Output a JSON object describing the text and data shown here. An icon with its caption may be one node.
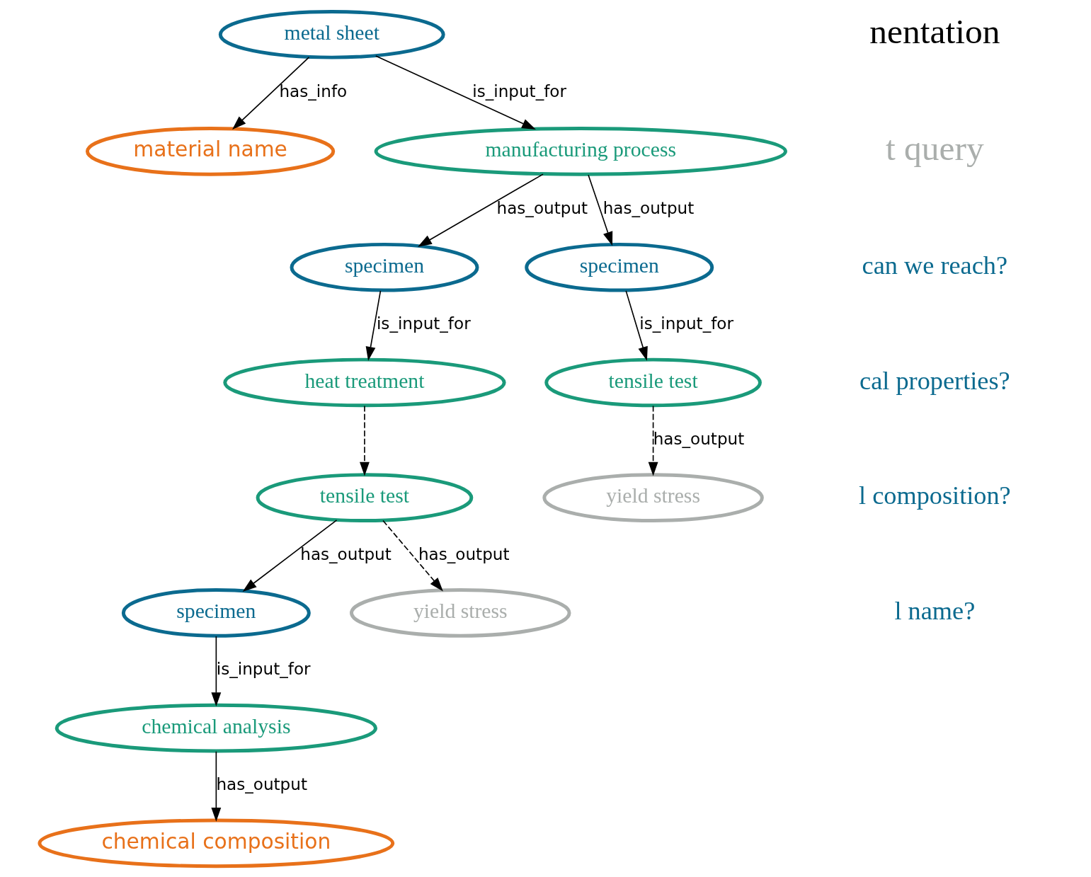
{
  "diagram": {
    "nodes": [
      {
        "text": [
          "metal sheet"
        ]
      },
      {
        "text": [
          "material name"
        ]
      },
      {
        "text": [
          "manufacturing process"
        ]
      },
      {
        "text": [
          "specimen"
        ]
      },
      {
        "text": [
          "specimen"
        ]
      },
      {
        "text": [
          "heat treatment"
        ]
      },
      {
        "text": [
          "tensile test"
        ]
      },
      {
        "text": [
          "tensile test"
        ]
      },
      {
        "text": [
          "specimen"
        ]
      },
      {
        "text": [
          "yield stress"
        ]
      },
      {
        "text": [
          "yield stress"
        ]
      },
      {
        "text": [
          "chemical analysis"
        ]
      },
      {
        "text": [
          "chemical composition"
        ]
      }
    ],
    "edges": [
      {
        "from": 0,
        "to": 1,
        "arrow": "to",
        "label": "has_info"
      },
      {
        "from": 0,
        "to": 2,
        "arrow": "to",
        "label": "is_input_for"
      },
      {
        "from": 2,
        "to": 3,
        "arrow": "to",
        "label": "has_output"
      },
      {
        "from": 2,
        "to": 4,
        "arrow": "to",
        "label": "has_output"
      },
      {
        "from": 3,
        "to": 5,
        "arrow": "to",
        "label": "is_input_for"
      },
      {
        "from": 4,
        "to": 7,
        "arrow": "to",
        "label": "is_input_for"
      },
      {
        "from": 5,
        "to": 6,
        "arrow": "to",
        "style": "dashed"
      },
      {
        "from": 6,
        "to": 8,
        "arrow": "to",
        "label": "has_output"
      },
      {
        "from": 6,
        "to": 9,
        "arrow": "to",
        "label": "has_output",
        "style": "dashed"
      },
      {
        "from": 7,
        "to": 10,
        "arrow": "to",
        "label": "has_output",
        "style": "dashed"
      },
      {
        "from": 8,
        "to": 11,
        "arrow": "to",
        "label": "is_input_for"
      },
      {
        "from": 11,
        "to": 12,
        "arrow": "to",
        "label": "has_output"
      }
    ],
    "labels": [
      "nentation",
      "t query",
      "can we reach?",
      "cal properties?",
      "l composition?",
      "l name?"
    ]
  }
}
